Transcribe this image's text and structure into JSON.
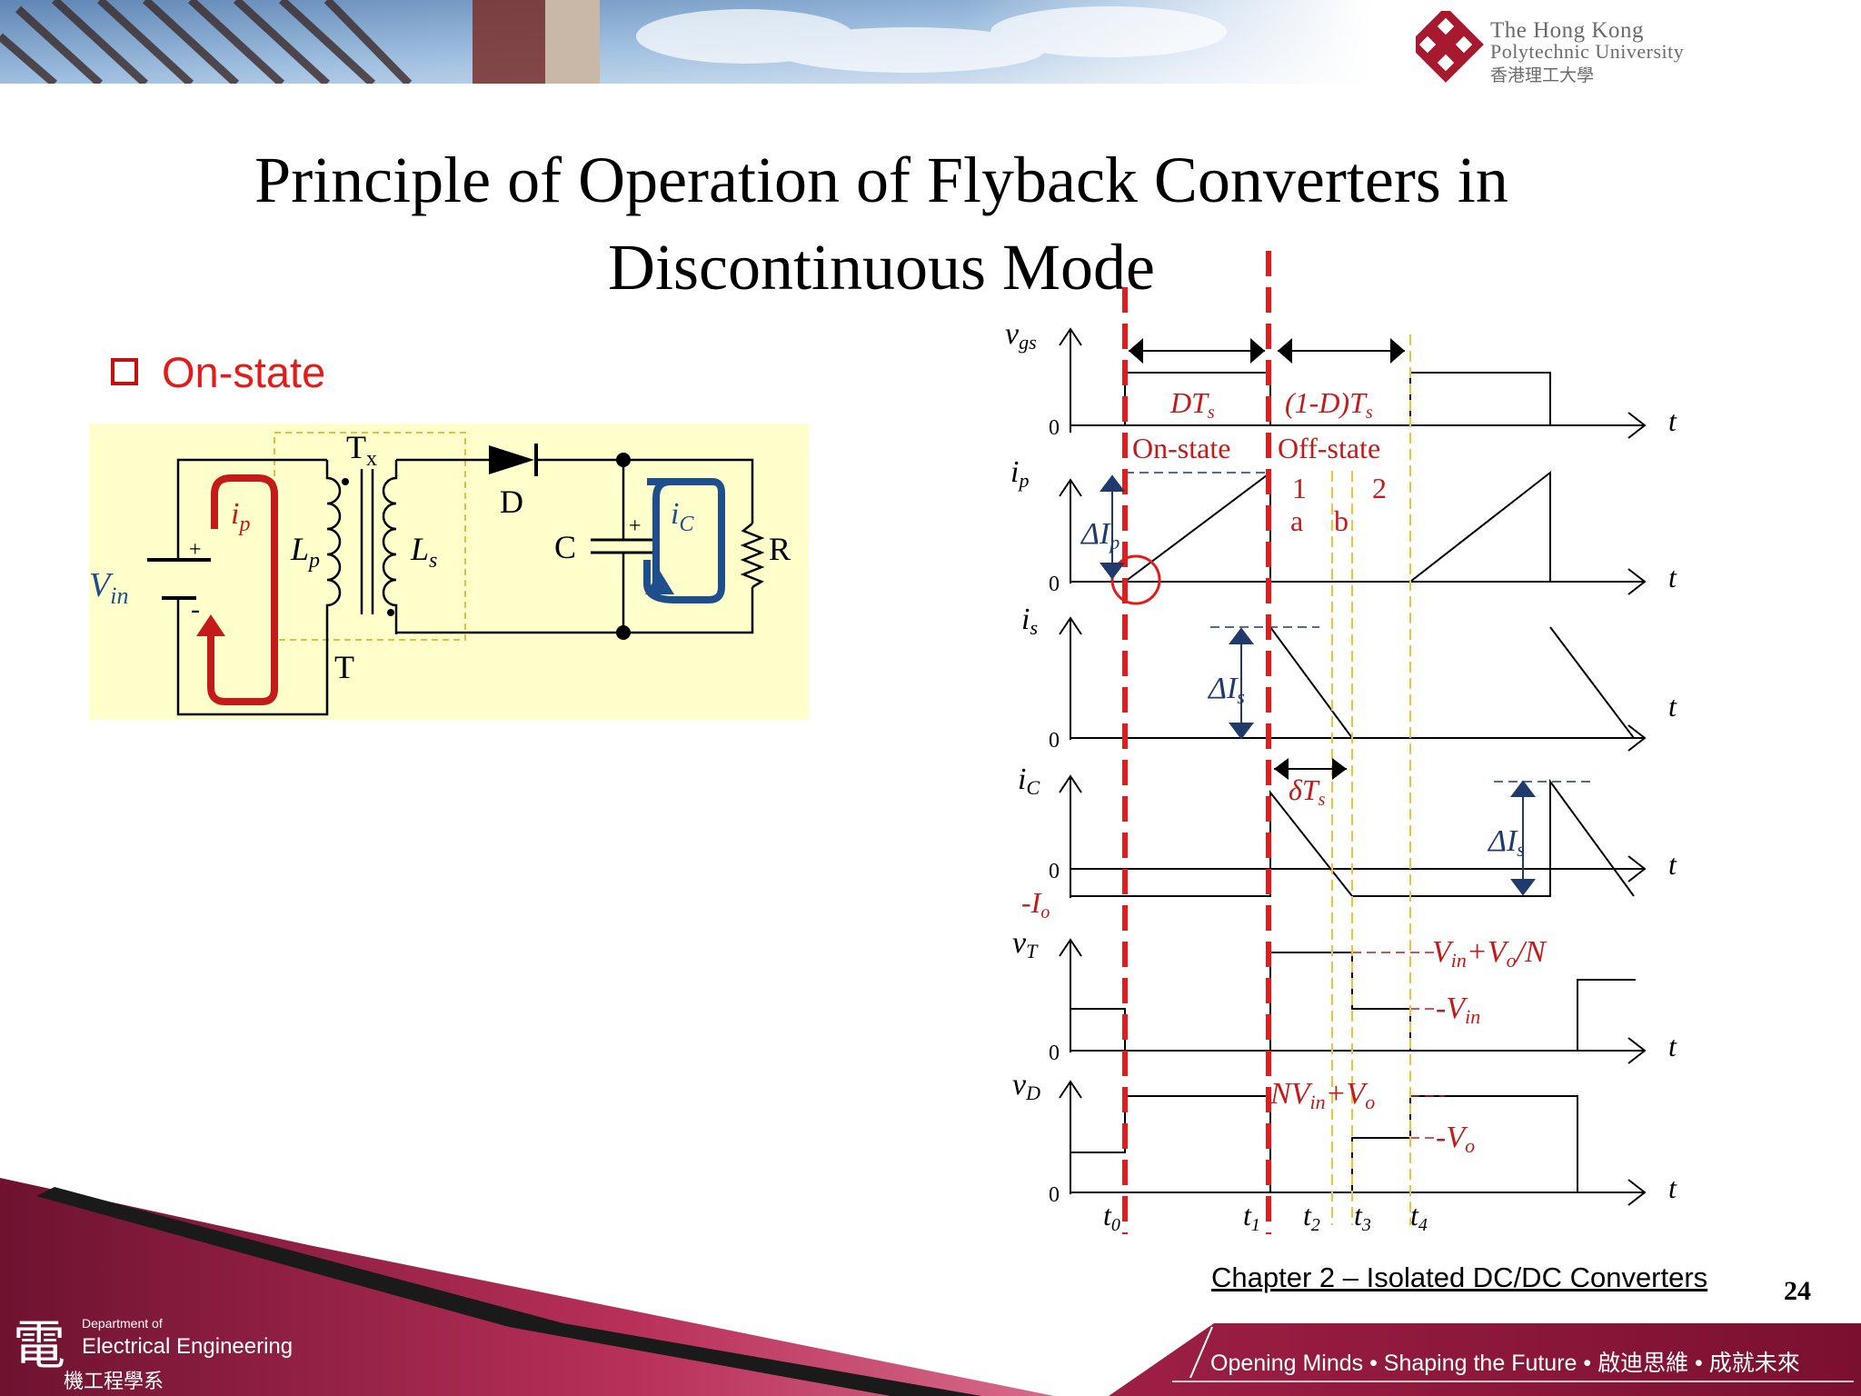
{
  "header": {
    "university_name_line1": "The Hong Kong",
    "university_name_line2": "Polytechnic University",
    "university_name_zh": "香港理工大學"
  },
  "slide": {
    "title_line1": "Principle of Operation of Flyback Converters in",
    "title_line2": "Discontinuous Mode",
    "bullet": "On-state",
    "page_number": "24",
    "footer_caption": "Chapter 2 – Isolated DC/DC Converters"
  },
  "circuit": {
    "labels": {
      "tx": "T",
      "tx_sub": "x",
      "ip": "i",
      "ip_sub": "p",
      "lp": "L",
      "lp_sub": "p",
      "ls": "L",
      "ls_sub": "s",
      "d": "D",
      "c": "C",
      "ic": "i",
      "ic_sub": "C",
      "r": "R",
      "vin": "V",
      "vin_sub": "in",
      "t": "T",
      "plus": "+",
      "minus": "-",
      "cap_plus": "+"
    }
  },
  "waveforms": {
    "signals": {
      "vgs": "v",
      "vgs_sub": "gs",
      "ip": "i",
      "ip_sub": "p",
      "is": "i",
      "is_sub": "s",
      "ic": "i",
      "ic_sub": "C",
      "vT": "v",
      "vT_sub": "T",
      "vD": "v",
      "vD_sub": "D"
    },
    "zero": "0",
    "axis_t": "t",
    "dts": "DT",
    "dts_sub": "s",
    "one_minus_d_ts": "(1-D)T",
    "one_minus_d_ts_sub": "s",
    "on_state": "On-state",
    "off_state": "Off-state",
    "seg1": "1",
    "seg2": "2",
    "seg_a": "a",
    "seg_b": "b",
    "delta_ip": "ΔI",
    "delta_ip_sub": "p",
    "delta_is": "ΔI",
    "delta_is_sub": "s",
    "delta_ts": "δT",
    "delta_ts_sub": "s",
    "minus_io": "-I",
    "minus_io_sub": "o",
    "vin_plus_vo_n": "V",
    "vin_plus_vo_n_sub": "in",
    "vin_plus_vo_n_rest": "+V",
    "vin_plus_vo_n_sub2": "o",
    "vin_plus_vo_n_tail": "/N",
    "minus_vin": "-V",
    "minus_vin_sub": "in",
    "nvin_vo": "NV",
    "nvin_vo_sub": "in",
    "nvin_vo_rest": "+V",
    "nvin_vo_sub2": "o",
    "minus_vo": "-V",
    "minus_vo_sub": "o",
    "t_labels": [
      "t",
      "t",
      "t",
      "t",
      "t"
    ],
    "t_subs": [
      "0",
      "1",
      "2",
      "3",
      "4"
    ]
  },
  "branding": {
    "dept_small": "Department of",
    "dept_name": "Electrical Engineering",
    "dept_zh": "機工程學系",
    "dept_glyph": "電",
    "slogan": "Opening Minds • Shaping the Future • 啟迪思維 • 成就未來"
  },
  "colors": {
    "title": "#000000",
    "bullet_red": "#e41b1b",
    "marker_red": "#e41b1b",
    "guide_yellow": "#f2c230",
    "loop_blue": "#1f4e8c",
    "circuit_bg": "#ffffcc",
    "brand_maroon": "#8c1a3c"
  }
}
